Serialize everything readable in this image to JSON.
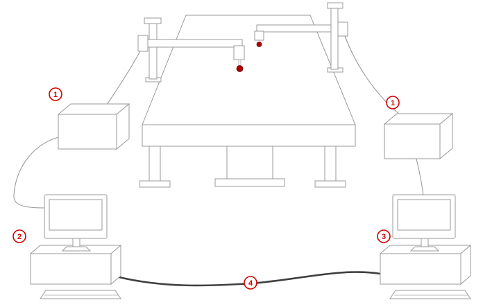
{
  "diagram": {
    "labels": {
      "controller_left": "1",
      "controller_right": "1",
      "computer_left": "2",
      "computer_right": "3",
      "cable": "4"
    },
    "colors": {
      "outline": "#9a9a9a",
      "accent_red": "#d40000",
      "probe_tip": "#aa0000",
      "cable_dark": "#404040",
      "background": "#ffffff"
    }
  }
}
